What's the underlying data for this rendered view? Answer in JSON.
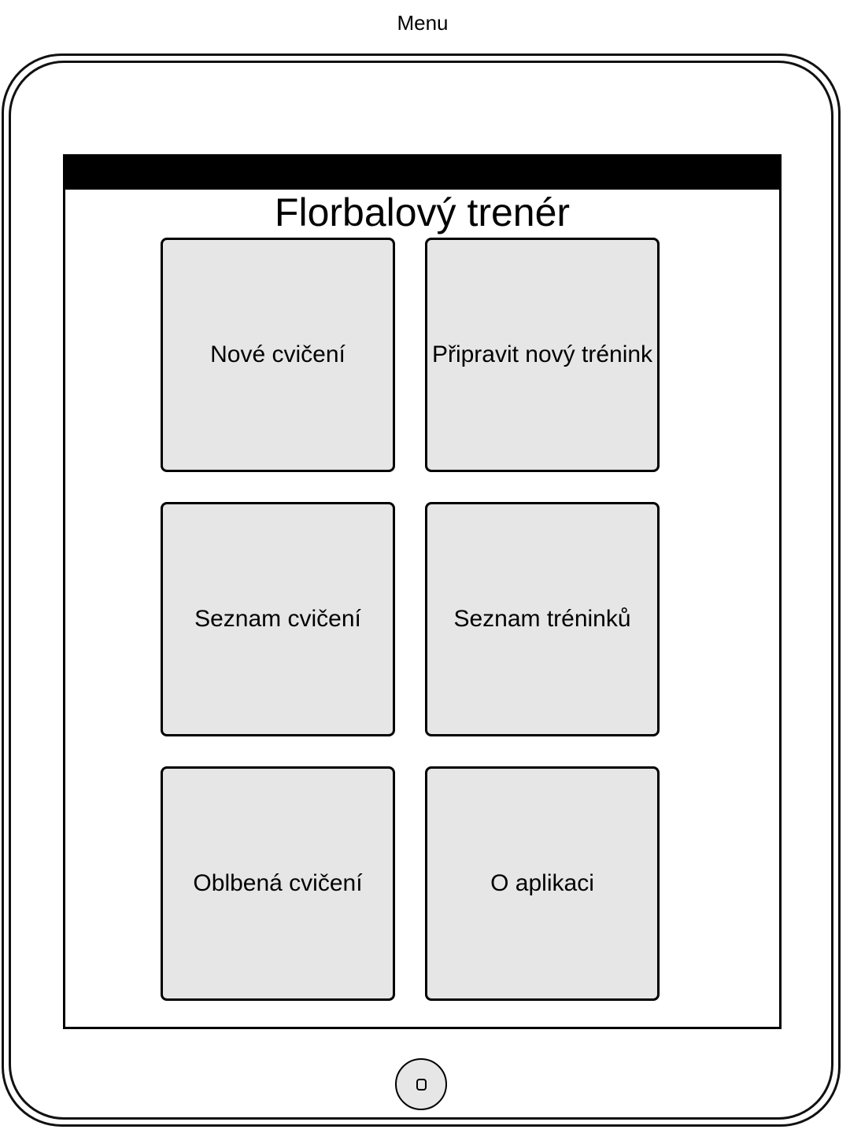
{
  "caption": "Menu",
  "app": {
    "title": "Florbalový trenér"
  },
  "menu": {
    "items": [
      {
        "label": "Nové cvičení"
      },
      {
        "label": "Připravit nový trénink"
      },
      {
        "label": "Seznam cvičení"
      },
      {
        "label": "Seznam tréninků"
      },
      {
        "label": "Oblbená cvičení"
      },
      {
        "label": "O aplikaci"
      }
    ]
  },
  "device": {
    "home_icon": "home-square-icon"
  },
  "colors": {
    "tile_fill": "#e6e6e6",
    "status_bar": "#000000",
    "frame": "#111111"
  }
}
